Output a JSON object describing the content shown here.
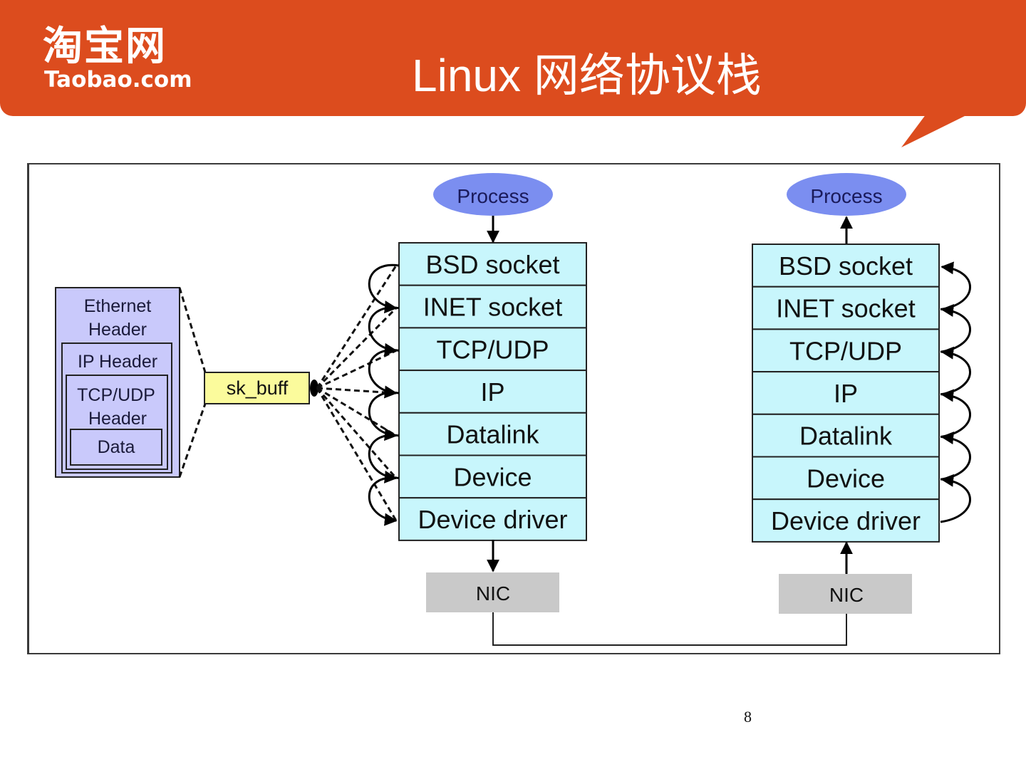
{
  "header": {
    "logo_cn": "淘宝网",
    "logo_en": "Taobao.com",
    "title": "Linux 网络协议栈",
    "brand_color": "#dc4c1e"
  },
  "diagram": {
    "packet": {
      "ethernet": [
        "Ethernet",
        "Header"
      ],
      "ip": "IP Header",
      "tcpudp": [
        "TCP/UDP",
        "Header"
      ],
      "data": "Data"
    },
    "sk_buff": "sk_buff",
    "sender": {
      "process": "Process",
      "layers": [
        "BSD socket",
        "INET socket",
        "TCP/UDP",
        "IP",
        "Datalink",
        "Device",
        "Device driver"
      ],
      "nic": "NIC"
    },
    "receiver": {
      "process": "Process",
      "layers": [
        "BSD socket",
        "INET socket",
        "TCP/UDP",
        "IP",
        "Datalink",
        "Device",
        "Device driver"
      ],
      "nic": "NIC"
    },
    "colors": {
      "layer_fill": "#c8f6fc",
      "process_fill": "#7b8ef0",
      "packet_fill": "#c9c9fb",
      "skbuff_fill": "#fbfb9c",
      "nic_fill": "#c9c9c9"
    }
  },
  "footer": {
    "page_number": "8"
  }
}
